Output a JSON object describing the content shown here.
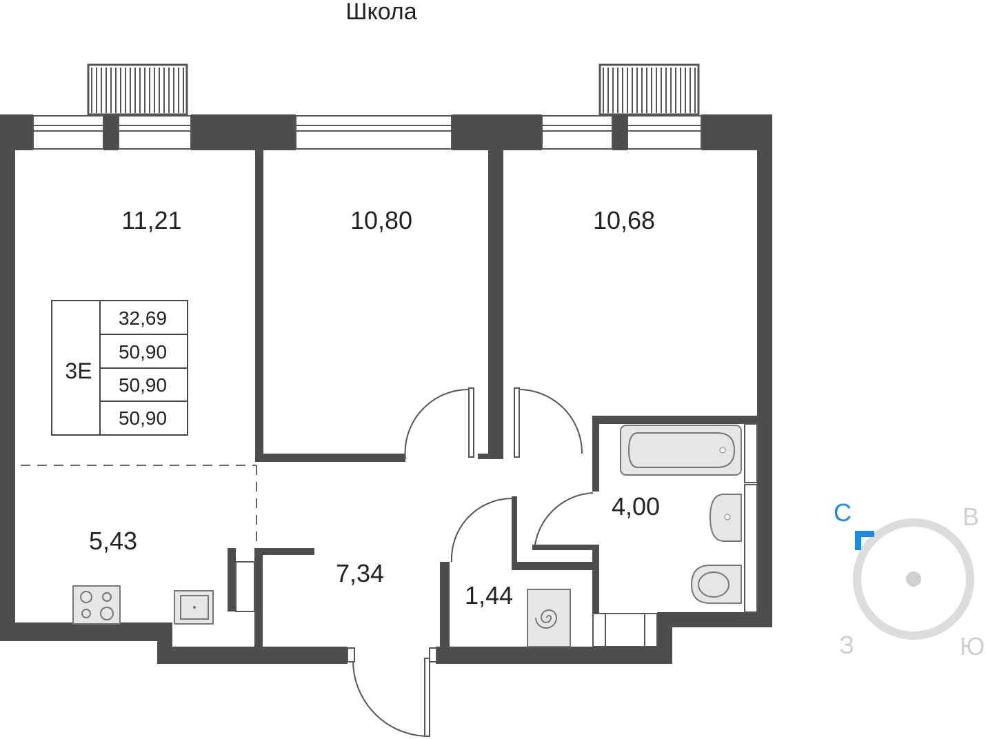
{
  "header": {
    "label": "Школа"
  },
  "rooms": {
    "room_1": "11,21",
    "room_2": "10,80",
    "room_3": "10,68",
    "kitchen": "5,43",
    "hall": "7,34",
    "storage": "1,44",
    "bathroom": "4,00"
  },
  "apartment": {
    "code": "3E",
    "areas": [
      "32,69",
      "50,90",
      "50,90",
      "50,90"
    ]
  },
  "compass": {
    "north": "С",
    "east": "В",
    "south": "Ю",
    "west": "З",
    "north_color": "#1e88e5",
    "ring_color": "#dcdcdc",
    "label_color": "#cfcfcf"
  },
  "colors": {
    "wall": "#4d4d4d",
    "fixture": "#e6e6e6"
  }
}
